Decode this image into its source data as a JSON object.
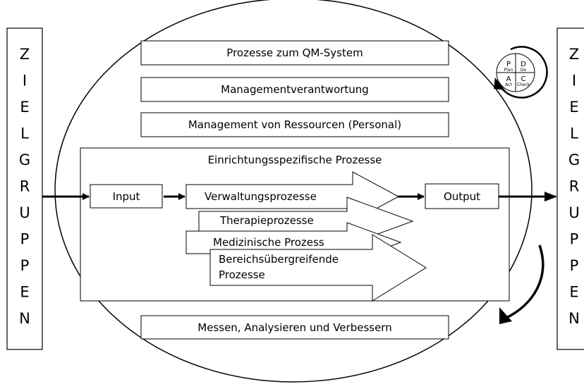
{
  "side_label": [
    "Z",
    "I",
    "E",
    "L",
    "G",
    "R",
    "U",
    "P",
    "P",
    "E",
    "N"
  ],
  "qm_processes": "Prozesse zum QM-System",
  "management_responsibility": "Managementverantwortung",
  "resource_management": "Management von Ressourcen (Personal)",
  "specific_processes": "Einrichtungsspezifische Prozesse",
  "input": "Input",
  "output": "Output",
  "admin_processes": "Verwaltungsprozesse",
  "therapy_processes": "Therapieprozesse",
  "medical_process": "Medizinische Prozess",
  "cross_processes_line1": "Bereichsübergreifende",
  "cross_processes_line2": "Prozesse",
  "measure_analyze_improve": "Messen, Analysieren und Verbessern",
  "pdca": {
    "p": "P",
    "p_sub": "Plan",
    "d": "D",
    "d_sub": "Do",
    "a": "A",
    "a_sub": "Act",
    "c": "C",
    "c_sub": "Check"
  }
}
